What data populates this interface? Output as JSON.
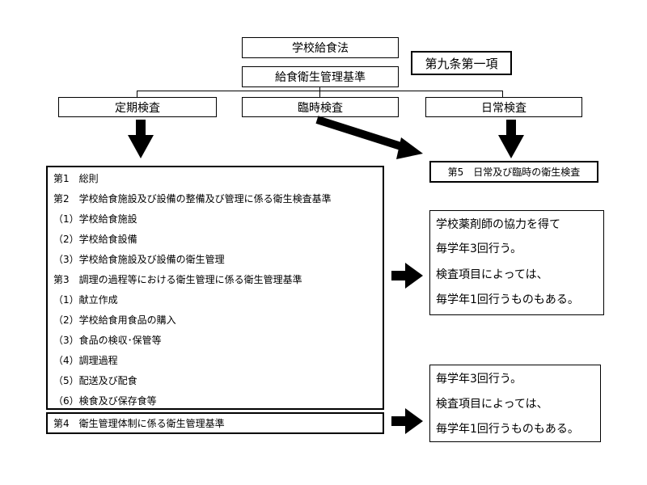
{
  "title": "学校給食法",
  "standard": "給食衛生管理基準",
  "article": "第九条第一項",
  "inspections": {
    "regular": "定期検査",
    "temporary": "臨時検査",
    "daily": "日常検査"
  },
  "section5": "第5　日常及び臨時の衛生検査",
  "list_items": [
    "第1　総則",
    "第2　学校給食施設及び設備の整備及び管理に係る衛生検査基準",
    "（1）学校給食施設",
    "（2）学校給食設備",
    "（3）学校給食施設及び設備の衛生管理",
    "第3　調理の過程等における衛生管理に係る衛生管理基準",
    "（1）献立作成",
    "（2）学校給食用食品の購入",
    "（3）食品の検収･保管等",
    "（4）調理過程",
    "（5）配送及び配食",
    "（6）検食及び保存食等"
  ],
  "section4": "第4　衛生管理体制に係る衛生管理基準",
  "note1": [
    "学校薬剤師の協力を得て",
    "毎学年3回行う。",
    "検査項目によっては、",
    "毎学年1回行うものもある。"
  ],
  "note2": [
    "毎学年3回行う。",
    "検査項目によっては、",
    "毎学年1回行うものもある。"
  ]
}
